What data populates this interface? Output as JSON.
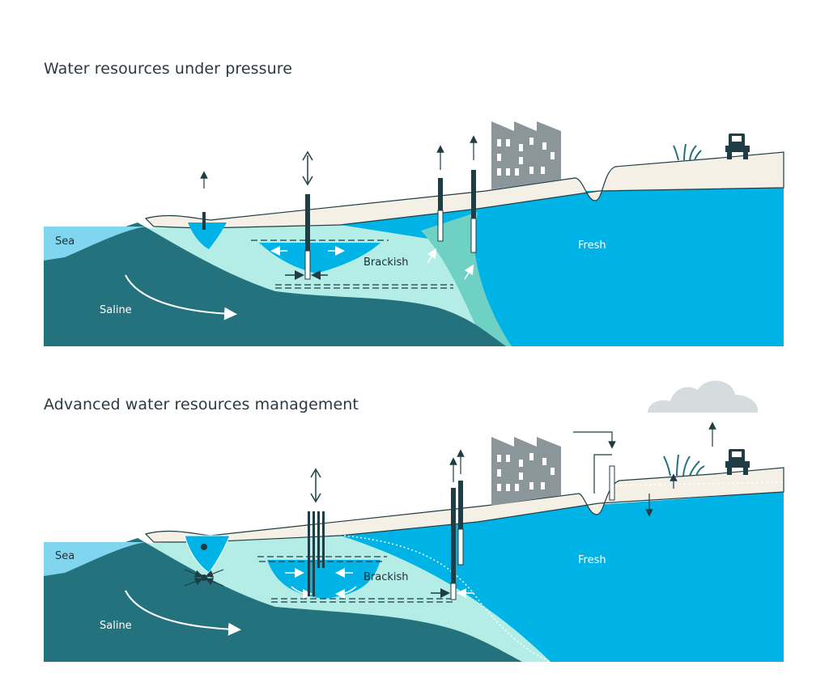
{
  "titles": {
    "top": "Water resources under pressure",
    "bottom": "Advanced water resources management"
  },
  "labels": {
    "sea": "Sea",
    "saline": "Saline",
    "brackish": "Brackish",
    "fresh": "Fresh"
  },
  "colors": {
    "sea": "#7fd6ee",
    "saline": "#23727d",
    "brackish": "#b4ece6",
    "transition": "#6fd0c4",
    "fresh": "#00b3e6",
    "land": "#f5f0e6",
    "factory": "#8a9699",
    "well": "#1f3d44",
    "cloud": "#d6dcde"
  },
  "icons": [
    "factory-icon",
    "tractor-icon",
    "plant-icon",
    "cloud-icon",
    "well-icon",
    "arrow-icon"
  ]
}
